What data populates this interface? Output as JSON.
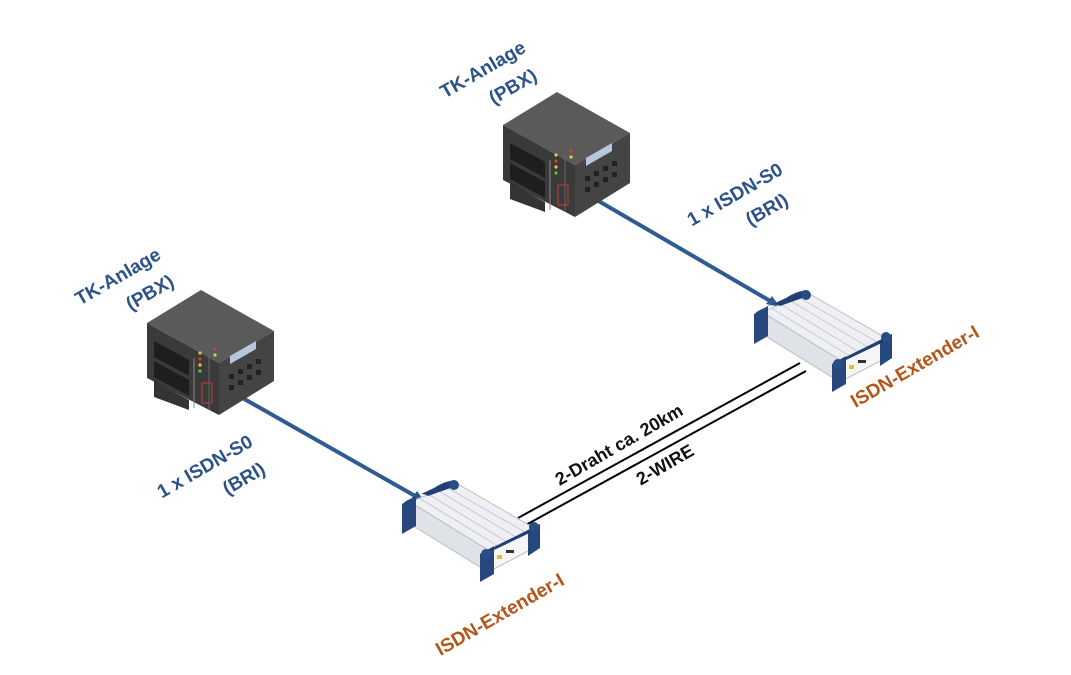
{
  "nodes": {
    "pbx_top": {
      "title": "TK-Anlage",
      "subtitle": "(PBX)"
    },
    "pbx_left": {
      "title": "TK-Anlage",
      "subtitle": "(PBX)"
    },
    "extender_right": {
      "label": "ISDN-Extender-I"
    },
    "extender_left": {
      "label": "ISDN-Extender-I"
    }
  },
  "links": {
    "top_link": {
      "line1": "1 x ISDN-S0",
      "line2": "(BRI)"
    },
    "left_link": {
      "line1": "1 x ISDN-S0",
      "line2": "(BRI)"
    },
    "wire_link": {
      "line1": "2-Draht ca. 20km",
      "line2": "2-WIRE"
    }
  },
  "colors": {
    "link_blue": "#2f5b93",
    "label_blue": "#2c5288",
    "label_orange": "#b4561a",
    "wire": "#000000"
  }
}
